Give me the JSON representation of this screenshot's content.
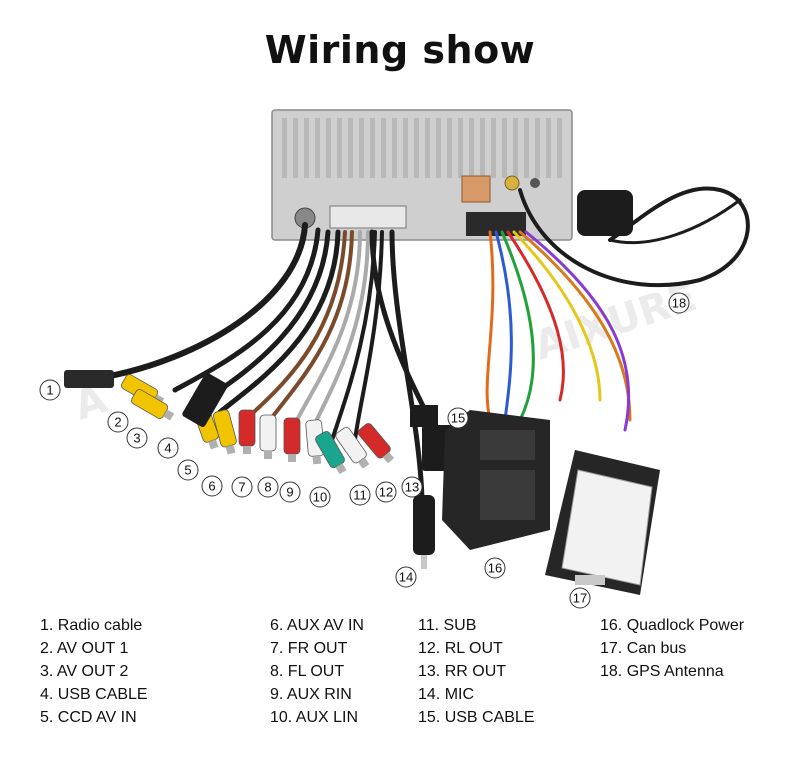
{
  "title": "Wiring show",
  "callouts": [
    "1",
    "2",
    "3",
    "4",
    "5",
    "6",
    "7",
    "8",
    "9",
    "10",
    "11",
    "12",
    "13",
    "14",
    "15",
    "16",
    "17",
    "18"
  ],
  "legend": {
    "col1": [
      "1. Radio cable",
      "2. AV OUT 1",
      "3. AV OUT 2",
      "4. USB CABLE",
      "5. CCD AV IN"
    ],
    "col2": [
      "6. AUX AV IN",
      "7. FR OUT",
      "8. FL OUT",
      "9. AUX RIN",
      "10. AUX LIN"
    ],
    "col3": [
      "11. SUB",
      "12. RL OUT",
      "13. RR OUT",
      "14. MIC",
      "15. USB CABLE"
    ],
    "col4": [
      "16. Quadlock Power",
      "17. Can bus",
      "18. GPS Antenna"
    ]
  },
  "colors": {
    "yellow": "#f2c400",
    "red": "#d42a2a",
    "white": "#f2f2f2",
    "teal": "#1aa58f",
    "black": "#1c1c1c",
    "gray": "#bdbdbd"
  }
}
